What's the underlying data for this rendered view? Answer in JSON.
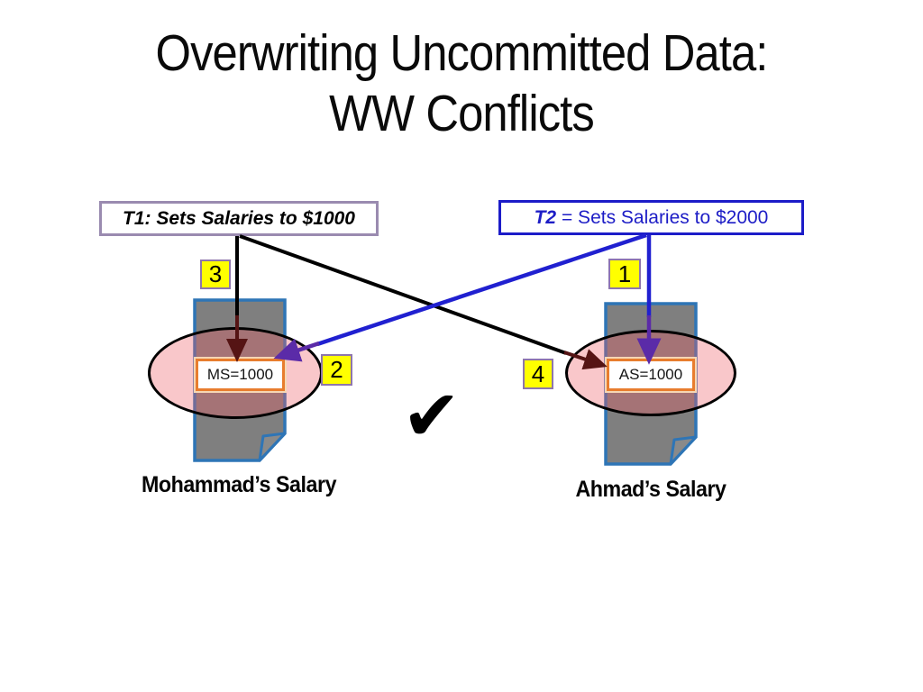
{
  "slide": {
    "title": {
      "line1": "Overwriting Uncommitted Data:",
      "line2": "WW Conflicts"
    }
  },
  "transactions": {
    "t1": {
      "label": "T1: Sets Salaries to $1000"
    },
    "t2": {
      "name": "T2",
      "rest": " = Sets Salaries to $2000"
    }
  },
  "badges": {
    "b1": "1",
    "b2": "2",
    "b3": "3",
    "b4": "4"
  },
  "records": {
    "left": {
      "value": "MS=1000",
      "caption": "Mohammad’s Salary"
    },
    "right": {
      "value": "AS=1000",
      "caption": "Ahmad’s Salary"
    }
  },
  "icons": {
    "checkmark": "✔"
  },
  "colors": {
    "t1_border": "#9a8bb0",
    "t2_blue": "#1c1cc8",
    "line_black": "#000000",
    "line_blue": "#2020d0",
    "arrow_maroon": "#551414",
    "arrow_purple": "#5b2ba8",
    "badge_fill": "#ffff00",
    "badge_border": "#8e76ac",
    "document_fill": "#7f7f7f",
    "document_border": "#2e75b6",
    "ellipse_fill_over_white": "#f9c6c9",
    "record_border": "#e87d2e"
  }
}
